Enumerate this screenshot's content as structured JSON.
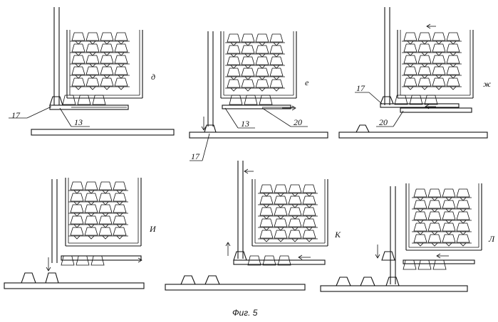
{
  "caption": "Фиг. 5",
  "panels": [
    {
      "letter": "д",
      "numbers": [
        {
          "text": "17"
        },
        {
          "text": "13"
        }
      ]
    },
    {
      "letter": "е",
      "numbers": [
        {
          "text": "13"
        },
        {
          "text": "20"
        },
        {
          "text": "17"
        }
      ]
    },
    {
      "letter": "ж",
      "numbers": [
        {
          "text": "17"
        },
        {
          "text": "20"
        }
      ]
    },
    {
      "letter": "И",
      "numbers": []
    },
    {
      "letter": "К",
      "numbers": []
    },
    {
      "letter": "Л",
      "numbers": []
    }
  ]
}
